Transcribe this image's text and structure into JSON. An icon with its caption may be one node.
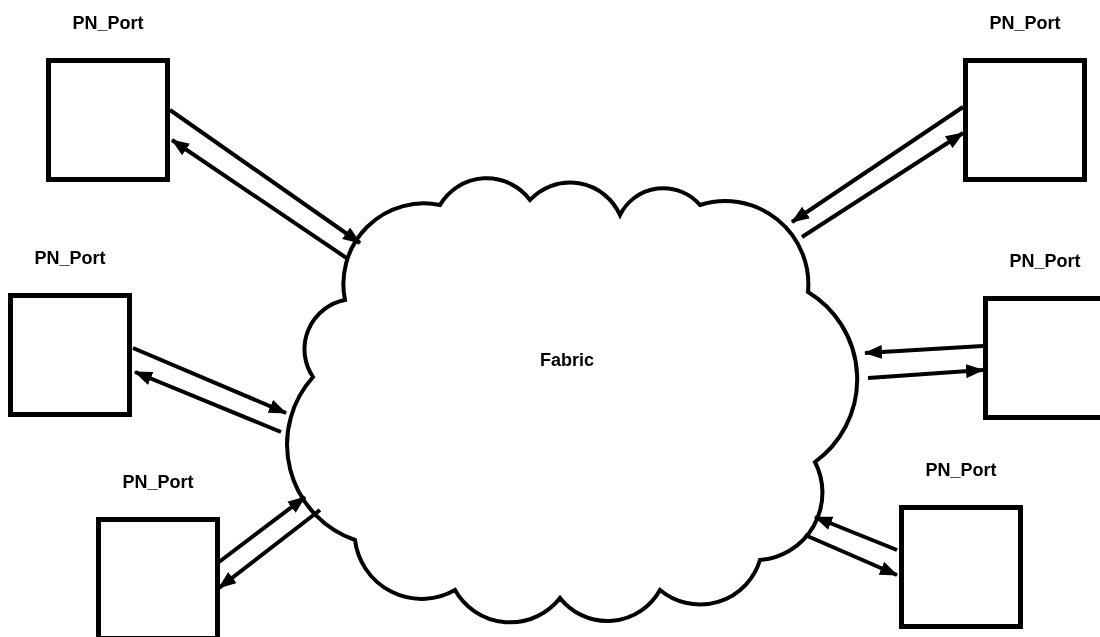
{
  "diagram": {
    "nodes": [
      {
        "text": [
          "PN_Port"
        ]
      },
      {
        "text": [
          "PN_Port"
        ]
      },
      {
        "text": [
          "PN_Port"
        ]
      },
      {
        "text": [
          "PN_Port"
        ]
      },
      {
        "text": [
          "PN_Port"
        ]
      },
      {
        "text": [
          "PN_Port"
        ]
      },
      {
        "text": [
          "Fabric"
        ]
      }
    ],
    "edges": [
      {
        "from": 0,
        "to": 6,
        "arrow": "to"
      },
      {
        "from": 6,
        "to": 0,
        "arrow": "to"
      },
      {
        "from": 1,
        "to": 6,
        "arrow": "to"
      },
      {
        "from": 6,
        "to": 1,
        "arrow": "to"
      },
      {
        "from": 2,
        "to": 6,
        "arrow": "to"
      },
      {
        "from": 6,
        "to": 2,
        "arrow": "to"
      },
      {
        "from": 3,
        "to": 6,
        "arrow": "to"
      },
      {
        "from": 6,
        "to": 3,
        "arrow": "to"
      },
      {
        "from": 4,
        "to": 6,
        "arrow": "to"
      },
      {
        "from": 6,
        "to": 4,
        "arrow": "to"
      },
      {
        "from": 5,
        "to": 6,
        "arrow": "to"
      },
      {
        "from": 6,
        "to": 5,
        "arrow": "to"
      }
    ]
  }
}
